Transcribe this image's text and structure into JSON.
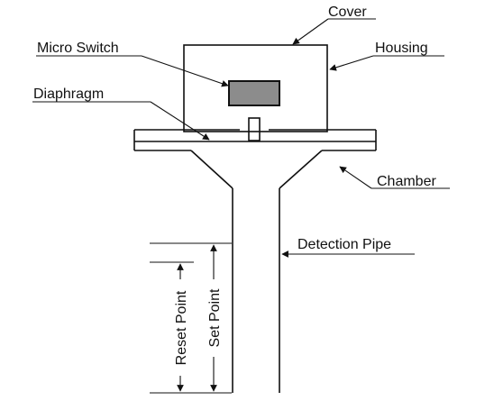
{
  "labels": {
    "cover": "Cover",
    "housing": "Housing",
    "micro_switch": "Micro Switch",
    "diaphragm": "Diaphragm",
    "chamber": "Chamber",
    "detection_pipe": "Detection Pipe",
    "reset_point": "Reset Point",
    "set_point": "Set Point"
  },
  "colors": {
    "line": "#111111",
    "micro_switch_fill": "#8c8c8c",
    "background": "#ffffff"
  }
}
